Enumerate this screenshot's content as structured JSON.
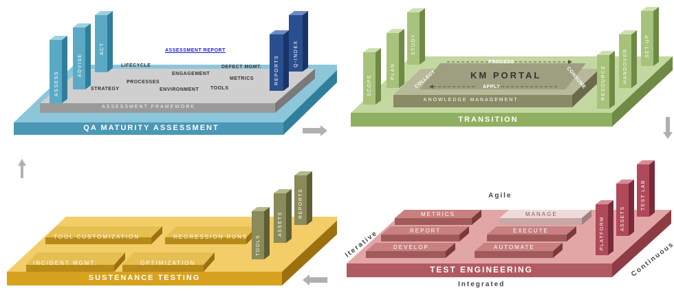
{
  "colors": {
    "qa": "#5aaac6",
    "qa_dark": "#2f7f9c",
    "transition": "#a7c27a",
    "transition_dark": "#6e8a45",
    "test": "#c97070",
    "test_dark": "#8d3c44",
    "sustenance": "#e0ad25",
    "sustenance_dark": "#9c7010",
    "gray": "#9a9a9a",
    "navy": "#2a4f8f"
  },
  "qa": {
    "title": "QA MATURITY ASSESSMENT",
    "framework": "ASSESSMENT FRAMEWORK",
    "report_link": "ASSESSMENT REPORT",
    "pillars": [
      "ASSESS",
      "ADVISE",
      "ACT"
    ],
    "right_pillars": [
      "REPORTS",
      "Q-INDEX"
    ],
    "items": {
      "lifecycle": "LIFECYCLE",
      "engagement": "ENGAGEMENT",
      "defect": "DEFECT MGMT.",
      "processes": "PROCESSES",
      "metrics": "METRICS",
      "strategy": "STRATEGY",
      "environment": "ENVIRONMENT",
      "tools": "TOOLS"
    }
  },
  "transition": {
    "title": "TRANSITION",
    "base": "KNOWLEDGE MANAGEMENT",
    "portal": "KM PORTAL",
    "process": "PROCESS",
    "apply": "APPLY",
    "collect": "COLLECT",
    "consume": "CONSUME",
    "left_pillars": [
      "SCOPE",
      "PLAN",
      "STUDY"
    ],
    "right_pillars": [
      "RESOURCE",
      "HANDOVER",
      "SET-UP"
    ]
  },
  "test": {
    "title": "TEST ENGINEERING",
    "agile": "Agile",
    "iterative": "Iterative",
    "integrated": "Integrated",
    "continuous": "Continuous",
    "bars": [
      "METRICS",
      "MANAGE",
      "REPORT",
      "EXECUTE",
      "DEVELOP",
      "AUTOMATE"
    ],
    "pillars": [
      "PLATFORM",
      "ASSETS",
      "TEST LAB"
    ]
  },
  "sustenance": {
    "title": "SUSTENANCE TESTING",
    "bars": [
      "TOOL CUSTOMIZATION",
      "REGRESSION RUNS",
      "INCIDENT MGMT.",
      "OPTIMIZATION"
    ],
    "pillars": [
      "TOOLS",
      "ASSETS",
      "REPORTS"
    ]
  }
}
